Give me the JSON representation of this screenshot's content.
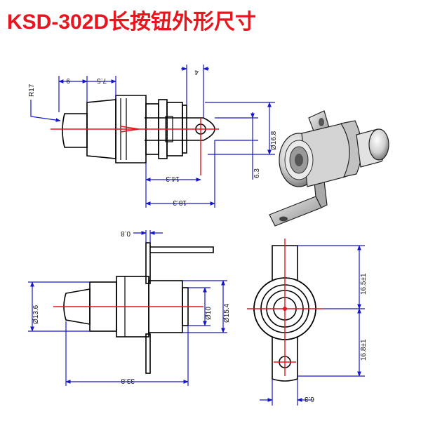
{
  "title": "KSD-302D长按钮外形尺寸",
  "dims": {
    "r17": "R17",
    "d9": "9",
    "d7_5": "7.5",
    "d4": "4",
    "d16_8": "Ø16.8",
    "d6_3a": "6.3",
    "d14_3": "14.3",
    "d18_3": "18.3",
    "d0_8": "0.8",
    "d13_6": "Ø13.6",
    "d10": "Ø10",
    "d15_4": "Ø15.4",
    "d33_8": "33.8",
    "d16_5": "16.5±1",
    "d16_8b": "16.8±1",
    "d6_3b": "6.3"
  },
  "colors": {
    "title": "#e8141e",
    "dimension": "#1616c8",
    "centerline": "#e8141e",
    "outline": "#000000"
  }
}
